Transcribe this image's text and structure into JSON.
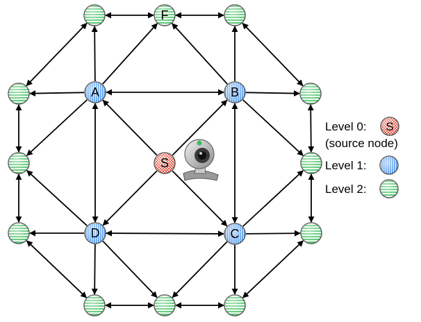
{
  "nodes": {
    "S": {
      "label": "S",
      "level": 0
    },
    "A": {
      "label": "A",
      "level": 1
    },
    "B": {
      "label": "B",
      "level": 1
    },
    "C": {
      "label": "C",
      "level": 1
    },
    "D": {
      "label": "D",
      "level": 1
    },
    "F": {
      "label": "F",
      "level": 2
    },
    "n1": {
      "label": "",
      "level": 2
    },
    "n2": {
      "label": "",
      "level": 2
    },
    "n3": {
      "label": "",
      "level": 2
    },
    "n4": {
      "label": "",
      "level": 2
    },
    "n5": {
      "label": "",
      "level": 2
    },
    "n6": {
      "label": "",
      "level": 2
    },
    "n7": {
      "label": "",
      "level": 2
    },
    "n8": {
      "label": "",
      "level": 2
    },
    "n9": {
      "label": "",
      "level": 2
    },
    "n10": {
      "label": "",
      "level": 2
    },
    "n11": {
      "label": "",
      "level": 2
    }
  },
  "edges": [
    {
      "from": "S",
      "to": "A",
      "arrows": "end"
    },
    {
      "from": "S",
      "to": "B",
      "arrows": "end"
    },
    {
      "from": "S",
      "to": "C",
      "arrows": "end"
    },
    {
      "from": "S",
      "to": "D",
      "arrows": "end"
    },
    {
      "from": "A",
      "to": "B",
      "arrows": "both"
    },
    {
      "from": "B",
      "to": "C",
      "arrows": "both"
    },
    {
      "from": "C",
      "to": "D",
      "arrows": "both"
    },
    {
      "from": "D",
      "to": "A",
      "arrows": "both"
    },
    {
      "from": "A",
      "to": "n1",
      "arrows": "end"
    },
    {
      "from": "A",
      "to": "F",
      "arrows": "end"
    },
    {
      "from": "A",
      "to": "n3",
      "arrows": "end"
    },
    {
      "from": "A",
      "to": "n4",
      "arrows": "end"
    },
    {
      "from": "B",
      "to": "F",
      "arrows": "end"
    },
    {
      "from": "B",
      "to": "n2",
      "arrows": "end"
    },
    {
      "from": "B",
      "to": "n5",
      "arrows": "end"
    },
    {
      "from": "B",
      "to": "n6",
      "arrows": "end"
    },
    {
      "from": "C",
      "to": "n6",
      "arrows": "end"
    },
    {
      "from": "C",
      "to": "n8",
      "arrows": "end"
    },
    {
      "from": "C",
      "to": "n10",
      "arrows": "end"
    },
    {
      "from": "C",
      "to": "n11",
      "arrows": "end"
    },
    {
      "from": "D",
      "to": "n4",
      "arrows": "end"
    },
    {
      "from": "D",
      "to": "n7",
      "arrows": "end"
    },
    {
      "from": "D",
      "to": "n9",
      "arrows": "end"
    },
    {
      "from": "D",
      "to": "n10",
      "arrows": "end"
    },
    {
      "from": "n1",
      "to": "F",
      "arrows": "both"
    },
    {
      "from": "F",
      "to": "n2",
      "arrows": "both"
    },
    {
      "from": "n2",
      "to": "n5",
      "arrows": "both"
    },
    {
      "from": "n5",
      "to": "n6",
      "arrows": "both"
    },
    {
      "from": "n6",
      "to": "n8",
      "arrows": "both"
    },
    {
      "from": "n8",
      "to": "n11",
      "arrows": "both"
    },
    {
      "from": "n11",
      "to": "n10",
      "arrows": "both"
    },
    {
      "from": "n10",
      "to": "n9",
      "arrows": "both"
    },
    {
      "from": "n9",
      "to": "n7",
      "arrows": "both"
    },
    {
      "from": "n7",
      "to": "n4",
      "arrows": "both"
    },
    {
      "from": "n4",
      "to": "n3",
      "arrows": "both"
    },
    {
      "from": "n3",
      "to": "n1",
      "arrows": "both"
    }
  ],
  "legend": {
    "level0_label": "Level 0:",
    "level0_symbol": "S",
    "level0_note": "(source node)",
    "level1_label": "Level 1:",
    "level2_label": "Level 2:"
  },
  "colors": {
    "level0": "#e03a2a",
    "level1": "#3d8ee8",
    "level2": "#4cc26a",
    "edge": "#000000"
  },
  "icons": {
    "source_device": "webcam-icon"
  }
}
